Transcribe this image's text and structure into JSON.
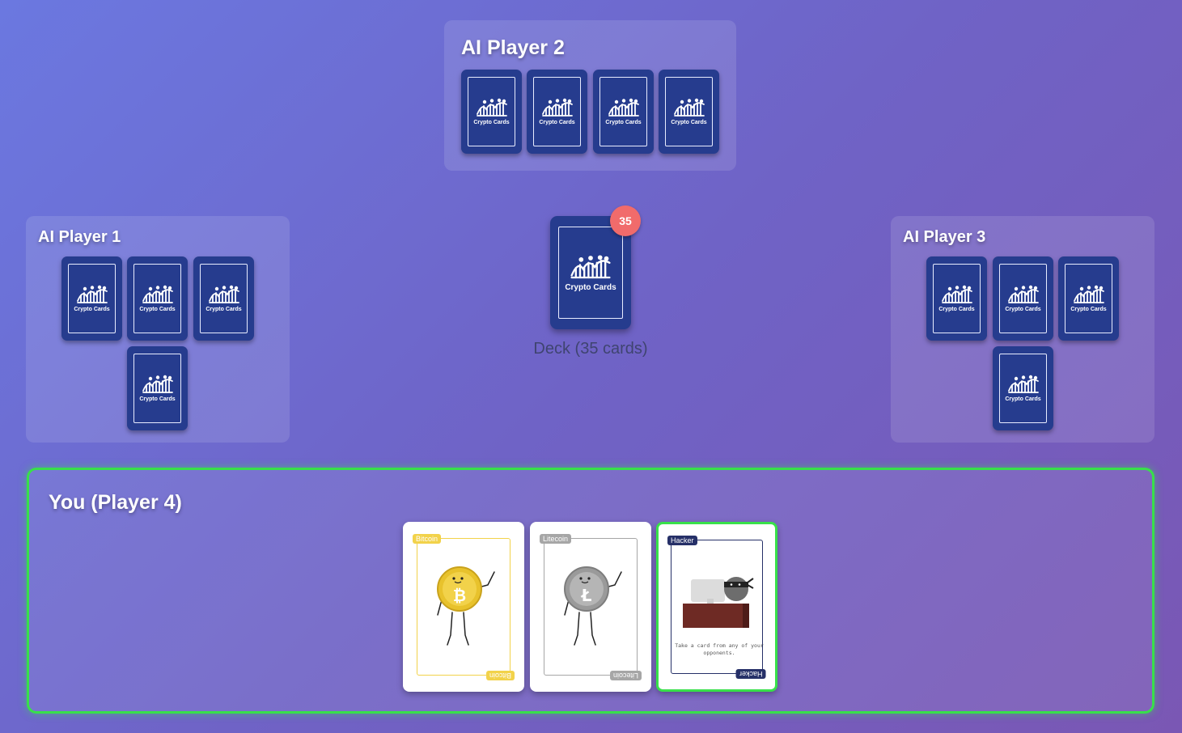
{
  "players": {
    "ai2": {
      "name": "AI Player 2",
      "card_count": 4
    },
    "ai1": {
      "name": "AI Player 1",
      "card_count": 4
    },
    "ai3": {
      "name": "AI Player 3",
      "card_count": 4
    },
    "you": {
      "name": "You (Player 4)",
      "active": true
    }
  },
  "card_back": {
    "brand": "Crypto Cards",
    "logo_icon": "roller-coaster-icon",
    "color": "#263c8e"
  },
  "deck": {
    "count": "35",
    "label": "Deck (35 cards)",
    "badge_color": "#f16b6b"
  },
  "hand": [
    {
      "name": "Bitcoin",
      "color": "#f2d24a",
      "symbol": "₿",
      "art_icon": "bitcoin-coin-character-icon"
    },
    {
      "name": "Litecoin",
      "color": "#a6a6a6",
      "symbol": "Ł",
      "art_icon": "litecoin-coin-character-icon"
    },
    {
      "name": "Hacker",
      "color": "#263068",
      "art_icon": "hacker-at-desk-icon",
      "description": "Take a card from any of your opponents.",
      "selected": true
    }
  ],
  "colors": {
    "active_border": "#38e04a"
  }
}
